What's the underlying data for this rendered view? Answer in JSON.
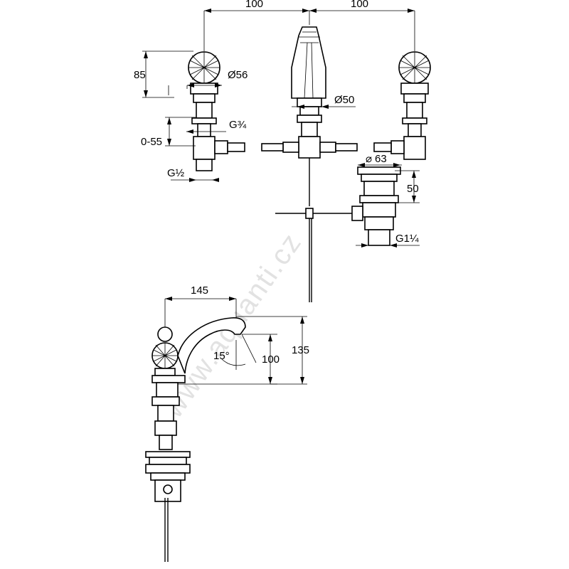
{
  "dimensions": {
    "spacing_left": "100",
    "spacing_right": "100",
    "handle_height": "85",
    "handle_diameter": "Ø56",
    "adjust_range": "0-55",
    "inlet_thread": "G¾",
    "supply_thread": "G½",
    "spout_base_diameter": "Ø50",
    "waste_diameter": "63",
    "waste_height": "50",
    "waste_thread": "G1¼",
    "spout_reach": "145",
    "spout_clearance": "100",
    "spout_height": "135",
    "spout_angle": "15°"
  },
  "watermark": "www.aquanti.cz"
}
